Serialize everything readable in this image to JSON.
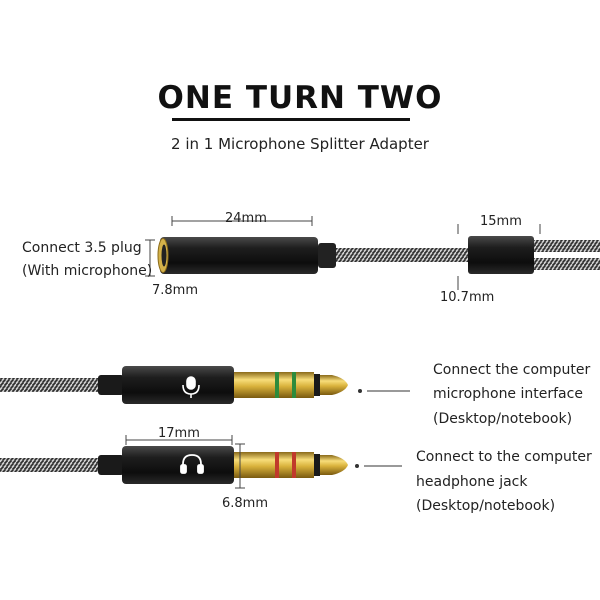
{
  "header": {
    "title": "ONE TURN TWO",
    "subtitle": "2 in 1 Microphone Splitter Adapter"
  },
  "top_adapter": {
    "connect_line1": "Connect 3.5 plug",
    "connect_line2": "(With microphone)",
    "length_label": "24mm",
    "diameter_label": "7.8mm",
    "split_length_label": "15mm",
    "split_diameter_label": "10.7mm"
  },
  "mic_plug": {
    "line1": "Connect the computer",
    "line2": "microphone interface",
    "line3": "(Desktop/notebook)",
    "icon": "microphone-icon",
    "ring_color": "#2e8b3c"
  },
  "headphone_plug": {
    "line1": "Connect to the computer",
    "line2": "headphone jack",
    "line3": "(Desktop/notebook)",
    "icon": "headphone-icon",
    "ring_color": "#c0392b",
    "length_label": "17mm",
    "diameter_label": "6.8mm"
  }
}
